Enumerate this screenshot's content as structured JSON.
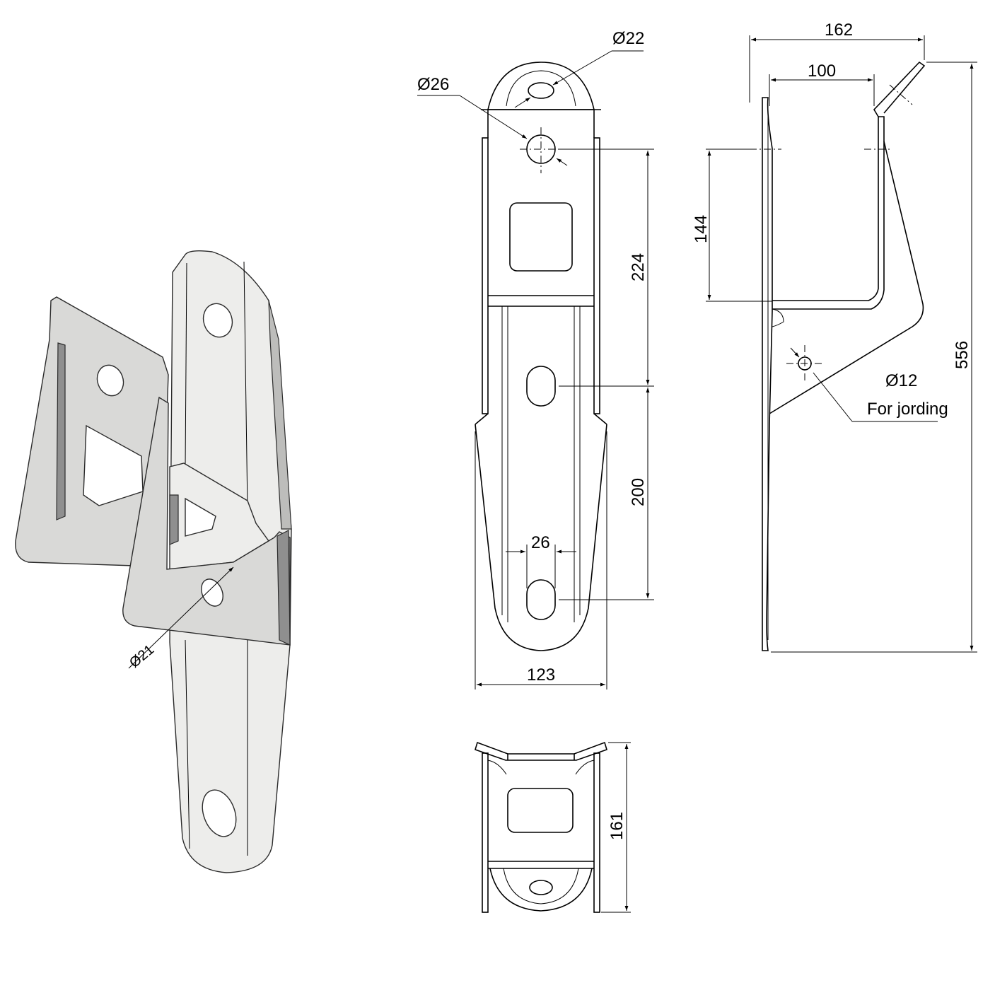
{
  "drawing": {
    "iso_view": {
      "hole_label": "Ø21"
    },
    "front_view": {
      "upper_hole_label": "Ø22",
      "mount_hole_label": "Ø26",
      "hole_spacing_upper": "224",
      "hole_spacing_lower": "200",
      "slot_width": "26",
      "width": "123"
    },
    "side_view": {
      "overall_depth": "162",
      "inner_depth": "100",
      "clamp_height": "144",
      "overall_height": "556",
      "ground_hole_label": "Ø12",
      "ground_hole_note": "For jording"
    },
    "top_view": {
      "depth": "161"
    }
  }
}
